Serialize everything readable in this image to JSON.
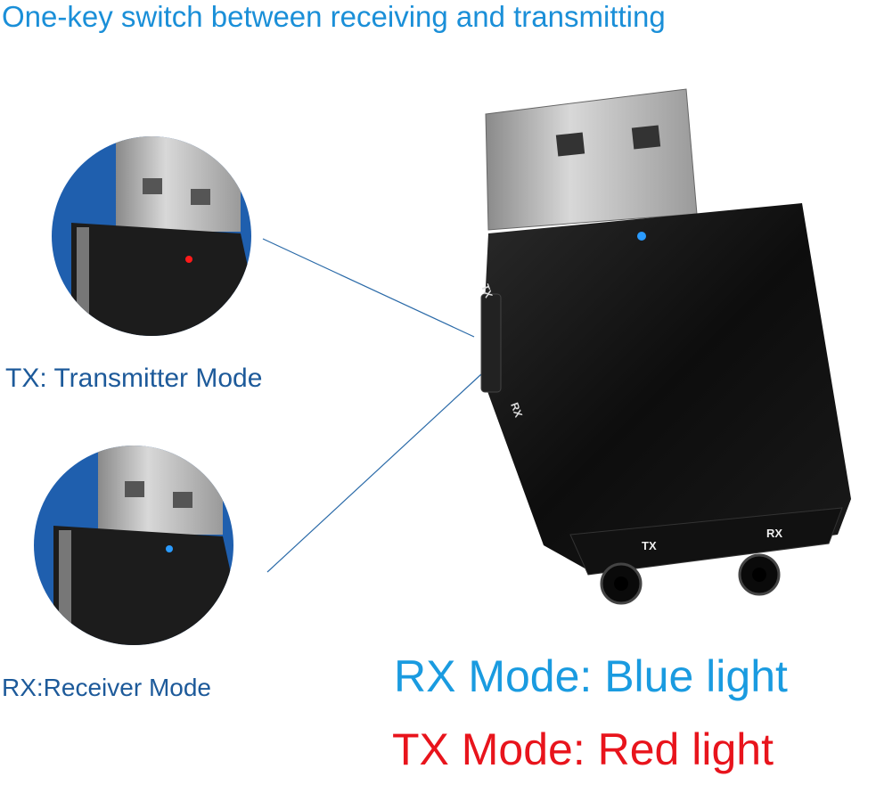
{
  "title": "One-key switch between receiving and transmitting",
  "callouts": {
    "tx": {
      "label": "TX: Transmitter Mode",
      "led_color": "#e8141c"
    },
    "rx": {
      "label": "RX:Receiver Mode",
      "led_color": "#1a9be0"
    }
  },
  "device": {
    "switch_labels": {
      "top": "TX",
      "bottom": "RX"
    },
    "jack_labels": {
      "left": "TX",
      "right": "RX"
    },
    "led_color": "#2a9bff"
  },
  "legend": {
    "rx_mode": "RX Mode: Blue light",
    "tx_mode": "TX Mode: Red light",
    "colors": {
      "rx": "#1a9be0",
      "tx": "#e8141c"
    }
  }
}
